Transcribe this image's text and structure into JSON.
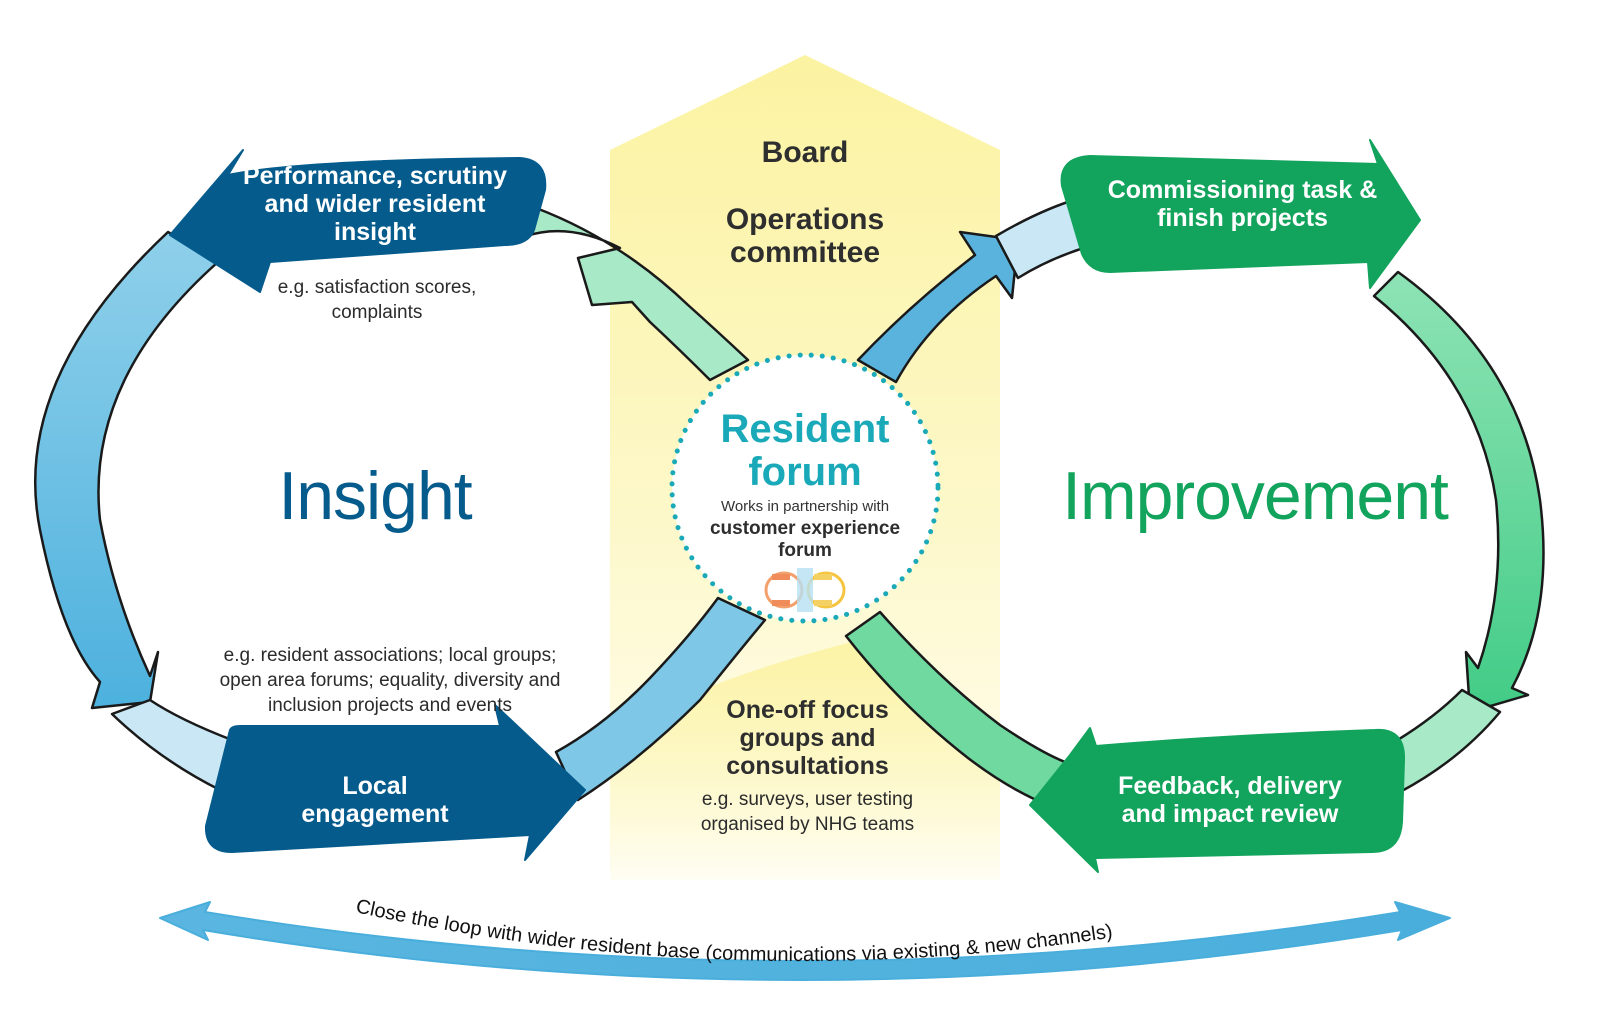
{
  "central_band": {
    "board": "Board",
    "operations": "Operations committee",
    "focus_title": "One-off focus groups and consultations",
    "focus_note": "e.g. surveys, user testing organised by NHG teams"
  },
  "resident_forum": {
    "title": "Resident forum",
    "subtitle": "Works in partnership with",
    "partner": "customer experience forum"
  },
  "insight": {
    "label": "Insight",
    "performance_title": "Performance, scrutiny and wider resident insight",
    "performance_note": "e.g. satisfaction scores, complaints",
    "local_title": "Local engagement",
    "local_note": "e.g. resident associations; local groups; open area forums; equality, diversity and inclusion projects and events"
  },
  "improvement": {
    "label": "Improvement",
    "commissioning_title": "Commissioning task & finish projects",
    "feedback_title": "Feedback, delivery and impact review"
  },
  "footer": {
    "close_loop": "Close the loop with wider resident base (communications via existing & new channels)"
  },
  "colors": {
    "dark_blue": "#045b8c",
    "green": "#12a35c",
    "teal": "#19a9b8",
    "light_blue": "#4eb3e0",
    "yellow_band": "#fbf29c"
  }
}
